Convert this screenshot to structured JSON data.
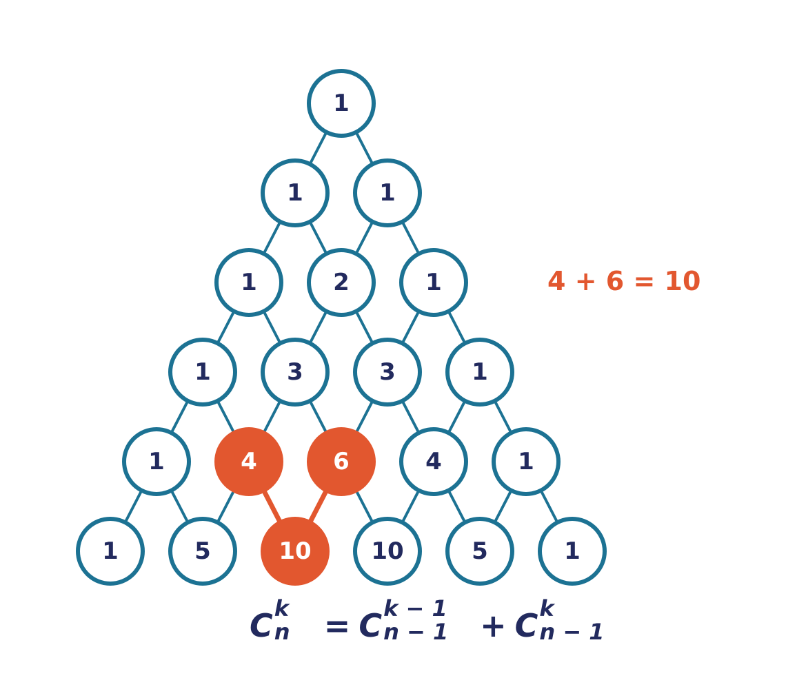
{
  "rows": [
    [
      "1"
    ],
    [
      "1",
      "1"
    ],
    [
      "1",
      "2",
      "1"
    ],
    [
      "1",
      "3",
      "3",
      "1"
    ],
    [
      "1",
      "4",
      "6",
      "4",
      "1"
    ],
    [
      "1",
      "5",
      "10",
      "10",
      "5",
      "1"
    ]
  ],
  "highlighted": [
    [
      4,
      1
    ],
    [
      4,
      2
    ],
    [
      5,
      2
    ]
  ],
  "colors": {
    "outline": "#1c7293",
    "highlight": "#e2572f",
    "text": "#222a5e",
    "highlight_text": "#ffffff",
    "background": "#ffffff"
  },
  "annotation": {
    "a": "4",
    "plus": "+",
    "b": "6",
    "equals": "=",
    "result": "10"
  },
  "formula": {
    "lhs_base": "C",
    "lhs_sup": "k",
    "lhs_sub": "n",
    "equals": "=",
    "t1_base": "C",
    "t1_sup": "k − 1",
    "t1_sub": "n − 1",
    "plus": "+",
    "t2_base": "C",
    "t2_sup": "k",
    "t2_sub": "n − 1"
  }
}
